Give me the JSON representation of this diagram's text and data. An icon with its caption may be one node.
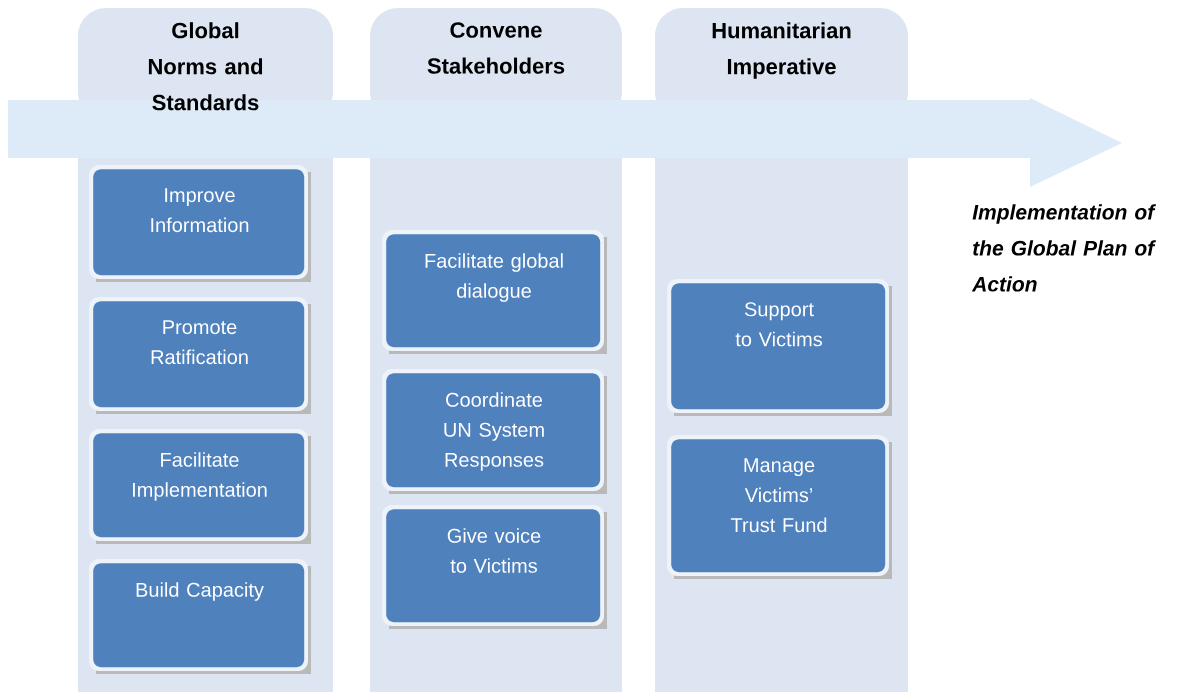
{
  "diagram": {
    "nodes": [
      {
        "text": [
          "Global Norms and Standards"
        ]
      },
      {
        "text": [
          "Convene Stakeholders"
        ]
      },
      {
        "text": [
          "Humanitarian Imperative"
        ]
      },
      {
        "text": [
          "Improve Information"
        ],
        "in": 0
      },
      {
        "text": [
          "Promote Ratification"
        ],
        "in": 0
      },
      {
        "text": [
          "Facilitate Implementation"
        ],
        "in": 0
      },
      {
        "text": [
          "Build Capacity"
        ],
        "in": 0
      },
      {
        "text": [
          "Facilitate global dialogue"
        ],
        "in": 1
      },
      {
        "text": [
          "Coordinate UN System Responses"
        ],
        "in": 1
      },
      {
        "text": [
          "Give voice to Victims"
        ],
        "in": 1
      },
      {
        "text": [
          "Support to Victims"
        ],
        "in": 2
      },
      {
        "text": [
          "Manage Victims’ Trust Fund"
        ],
        "in": 2
      }
    ],
    "labels": [
      "Implementation of the Global Plan of Action"
    ]
  }
}
